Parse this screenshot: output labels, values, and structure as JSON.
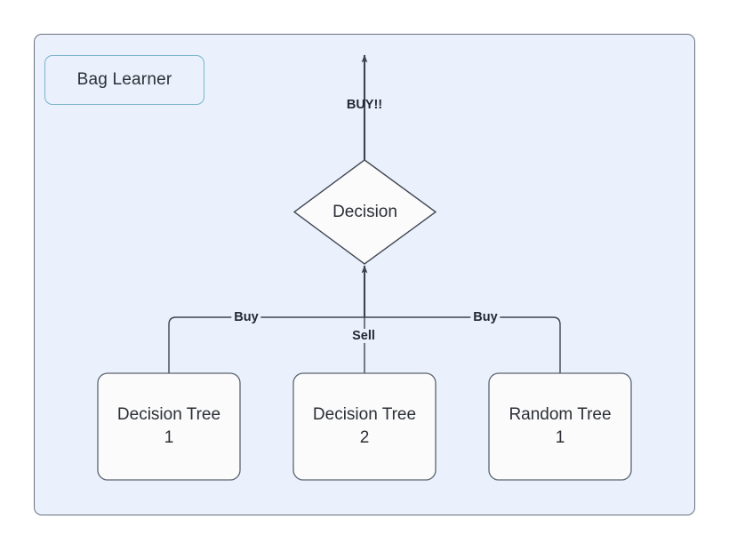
{
  "diagram": {
    "title": "Bag Learner",
    "container_label": "Bag Learner",
    "root_output_label": "BUY!!",
    "decision_node": {
      "label": "Decision",
      "shape": "diamond"
    },
    "leaf_nodes": [
      {
        "title": "Decision Tree",
        "index": "1",
        "edge_label": "Buy"
      },
      {
        "title": "Decision Tree",
        "index": "2",
        "edge_label": "Sell"
      },
      {
        "title": "Random Tree",
        "index": "1",
        "edge_label": "Buy"
      }
    ],
    "edge_labels": {
      "left": "Buy",
      "middle": "Sell",
      "right": "Buy",
      "output": "BUY!!"
    },
    "colors": {
      "canvas_background": "#ffffff",
      "container_fill": "#eaf1fc",
      "container_border": "#6b7280",
      "accent_border": "#7ab3c9",
      "node_fill": "#fbfbfb",
      "node_border": "#5a6470",
      "text": "#2b2f36",
      "edge_label_text": "#232a33",
      "connector": "#3d4450"
    }
  }
}
